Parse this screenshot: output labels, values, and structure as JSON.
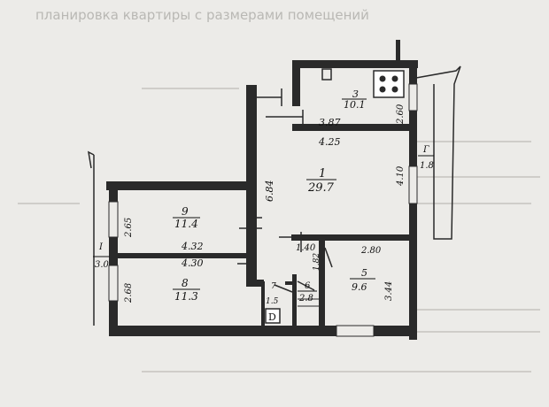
{
  "header": {
    "faded_title": "планировка квартиры с размерами помещений"
  },
  "rooms": [
    {
      "id": "r1",
      "number": "1",
      "area": "29.7"
    },
    {
      "id": "r3",
      "number": "3",
      "area": "10.1"
    },
    {
      "id": "r9",
      "number": "9",
      "area": "11.4"
    },
    {
      "id": "r8",
      "number": "8",
      "area": "11.3"
    },
    {
      "id": "r5",
      "number": "5",
      "area": "9.6"
    },
    {
      "id": "r6",
      "number": "6",
      "area": "2.8"
    },
    {
      "id": "r7",
      "number": "7",
      "area": "1.5"
    },
    {
      "id": "rI",
      "number": "I",
      "area": "3.0"
    },
    {
      "id": "rG",
      "number": "Г",
      "area": "1.8"
    }
  ],
  "dimensions": [
    "3.87",
    "4.25",
    "2.60",
    "6.84",
    "4.10",
    "2.65",
    "4.32",
    "4.30",
    "2.68",
    "1.40",
    "1.82",
    "2.80",
    "3.44"
  ],
  "fixtures": {
    "stove_icon": "stove-icon",
    "toilet_icon": "toilet-icon",
    "toilet_letter": "D"
  },
  "colors": {
    "paper": "#ecebe8",
    "wall": "#2a2a2a",
    "ink": "#111111"
  }
}
